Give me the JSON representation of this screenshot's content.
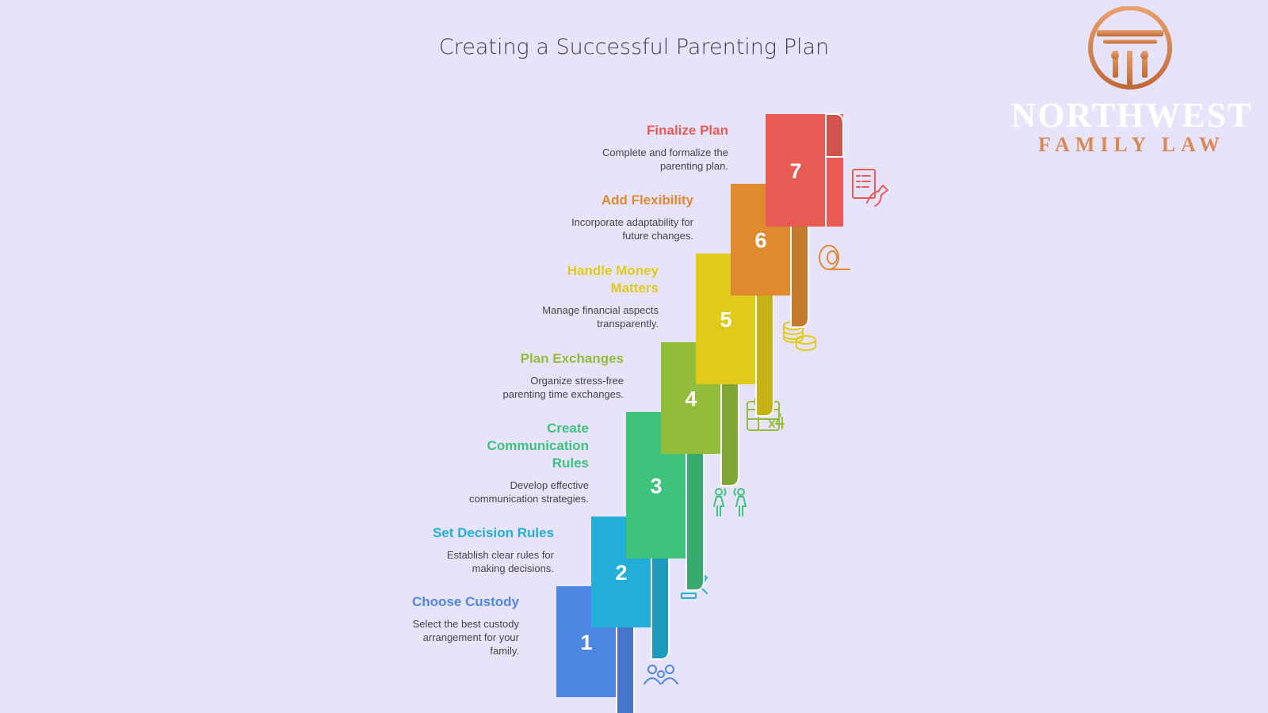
{
  "title": "Creating a Successful Parenting Plan",
  "logo": {
    "line1": "NORTHWEST",
    "line2": "FAMILY LAW"
  },
  "steps": [
    {
      "number": "1",
      "title": "Choose Custody",
      "description": "Select the best custody arrangement for your family.",
      "color": "#4e86e4",
      "icon": "family-heart-icon"
    },
    {
      "number": "2",
      "title": "Set Decision Rules",
      "description": "Establish clear rules for making decisions.",
      "color": "#22aed6",
      "icon": "gavel-icon"
    },
    {
      "number": "3",
      "title": "Create Communication Rules",
      "description": "Develop effective communication strategies.",
      "color": "#3ec27c",
      "icon": "people-talking-icon"
    },
    {
      "number": "4",
      "title": "Plan Exchanges",
      "description": "Organize stress-free parenting time exchanges.",
      "color": "#92bd3a",
      "icon": "calendar-icon"
    },
    {
      "number": "5",
      "title": "Handle Money Matters",
      "description": "Manage financial aspects transparently.",
      "color": "#e0cb1a",
      "icon": "coins-icon"
    },
    {
      "number": "6",
      "title": "Add Flexibility",
      "description": "Incorporate adaptability for future changes.",
      "color": "#e08a30",
      "icon": "tape-roll-icon"
    },
    {
      "number": "7",
      "title": "Finalize Plan",
      "description": "Complete and formalize the parenting plan.",
      "color": "#e85c55",
      "icon": "signed-document-icon"
    }
  ]
}
